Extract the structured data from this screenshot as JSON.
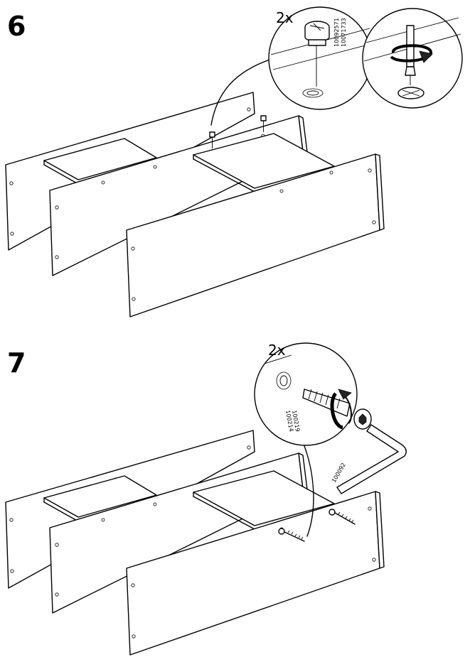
{
  "steps": [
    {
      "number": "6",
      "quantity": "2x",
      "part_numbers": [
        "10092571",
        "10071733"
      ]
    },
    {
      "number": "7",
      "quantity": "2x",
      "part_numbers": [
        "100219",
        "100214"
      ],
      "tool_number": "100092"
    }
  ]
}
